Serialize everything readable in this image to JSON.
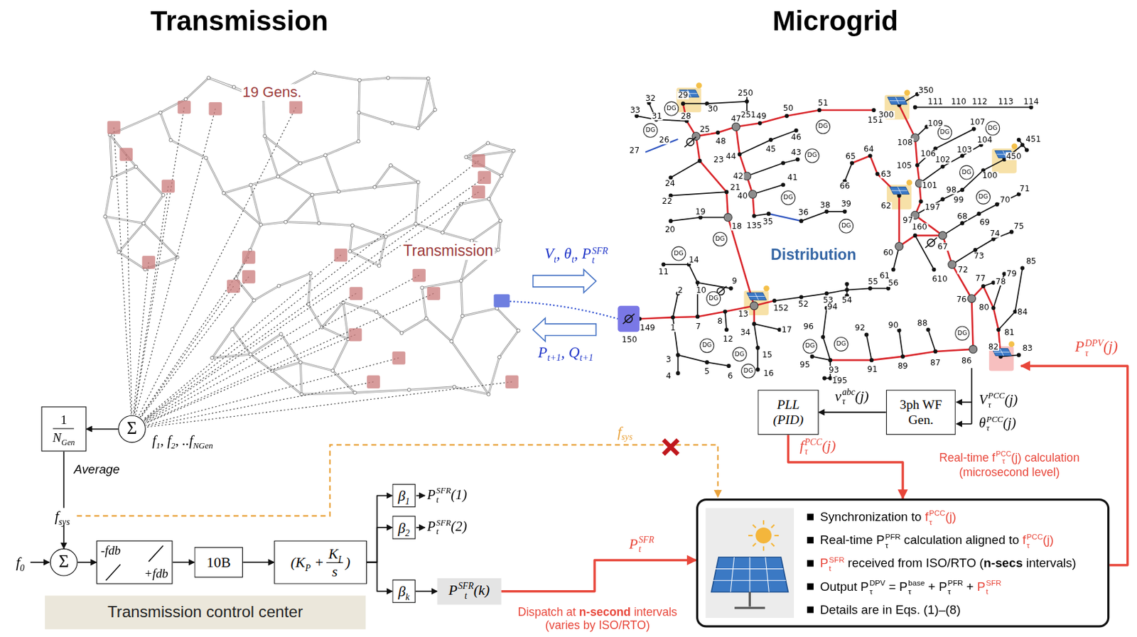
{
  "diagram": {
    "nodes": [
      {
        "text": [
          "DG"
        ]
      },
      {
        "text": [
          "DG"
        ]
      },
      {
        "text": [
          "DG"
        ]
      },
      {
        "text": [
          "DG"
        ]
      },
      {
        "text": [
          "DG"
        ]
      },
      {
        "text": [
          "DG"
        ]
      },
      {
        "text": [
          "DG"
        ]
      },
      {
        "text": [
          "DG"
        ]
      },
      {
        "text": [
          "DG"
        ]
      },
      {
        "text": [
          "DG"
        ]
      },
      {
        "text": [
          "DG"
        ]
      },
      {
        "text": [
          "DG"
        ]
      },
      {
        "text": [
          "DG"
        ]
      },
      {
        "text": [
          "DG"
        ]
      },
      {
        "text": [
          "DG"
        ]
      },
      {
        "text": [
          "DG"
        ]
      },
      {
        "text": [
          "DG"
        ]
      },
      {
        "text": [
          "DG"
        ]
      },
      {
        "text": [
          "DG"
        ]
      },
      {
        "text": [
          "Σ"
        ]
      },
      {
        "text": [
          "1",
          "NGen"
        ]
      },
      {
        "text": [
          "PLL (PID)"
        ]
      },
      {
        "text": [
          "3ph WF Gen."
        ]
      },
      {
        "text": [
          "β1"
        ]
      },
      {
        "text": [
          "β2"
        ]
      },
      {
        "text": [
          "Σ"
        ]
      },
      {
        "text": [
          "-fdb",
          "+fdb"
        ]
      },
      {
        "text": [
          "10B"
        ]
      },
      {
        "text": [
          "(KP +",
          "KI",
          "s",
          ")"
        ]
      },
      {
        "text": [
          "Synchronization to fτPCC(j)",
          "Real-time PτPFR calculation aligned to fτPCC(j)",
          "PtSFR received from ISO/RTO (n-secs intervals)",
          "Output PτDPV = Pτbase + PτPFR + PtSFR",
          "Details are in Eqs. (1)–(8)"
        ]
      },
      {
        "text": [
          "βk"
        ]
      },
      {
        "text": [
          "PtSFR(k)"
        ]
      },
      {
        "text": [
          "Transmission control center"
        ]
      }
    ],
    "edges": [
      {
        "from": 19,
        "to": 20,
        "arrow": "to"
      },
      {
        "from": 20,
        "to": 25,
        "arrow": "to",
        "label": "fsys"
      },
      {
        "from": 25,
        "to": 26,
        "arrow": "to"
      },
      {
        "from": 26,
        "to": 27,
        "arrow": "to"
      },
      {
        "from": 27,
        "to": 28,
        "arrow": "to"
      },
      {
        "from": 28,
        "to": 23,
        "arrow": "to"
      },
      {
        "from": 28,
        "to": 24,
        "arrow": "to"
      },
      {
        "from": 28,
        "to": 30,
        "arrow": "to"
      },
      {
        "from": 30,
        "to": 31,
        "arrow": "to"
      },
      {
        "from": 31,
        "to": 29,
        "arrow": "to",
        "label": "PtSFR"
      },
      {
        "from": 22,
        "to": 21,
        "arrow": "to",
        "label": "vτabc(j)"
      },
      {
        "from": 21,
        "to": 29,
        "arrow": "to",
        "label": "fτPCC(j)"
      }
    ],
    "labels": [
      "Transmission",
      "Microgrid",
      "19 Gens.",
      "Transmission",
      "Vt, θt, PtSFR",
      "Pt+1, Qt+1",
      "Distribution",
      "32",
      "33",
      "31",
      "26",
      "27",
      "29",
      "28",
      "30",
      "250",
      "251",
      "25",
      "48",
      "47",
      "49",
      "50",
      "51",
      "151",
      "45",
      "46",
      "44",
      "43",
      "42",
      "41",
      "40",
      "23",
      "24",
      "22",
      "21",
      "65",
      "64",
      "66",
      "63",
      "62",
      "39",
      "38",
      "36",
      "35",
      "135",
      "19",
      "18",
      "20",
      "11",
      "14",
      "10",
      "9",
      "2",
      "7",
      "1",
      "149",
      "150",
      "8",
      "13",
      "152",
      "52",
      "53",
      "54",
      "55",
      "56",
      "12",
      "34",
      "3",
      "4",
      "5",
      "6",
      "15",
      "16",
      "17",
      "94",
      "96",
      "92",
      "90",
      "88",
      "195",
      "95",
      "93",
      "91",
      "89",
      "87",
      "86",
      "82",
      "83",
      "85",
      "84",
      "81",
      "80",
      "79",
      "78",
      "77",
      "76",
      "74",
      "73",
      "72",
      "75",
      "71",
      "70",
      "69",
      "68",
      "67",
      "61",
      "610",
      "60",
      "160",
      "97",
      "98",
      "99",
      "197",
      "101",
      "102",
      "103",
      "104",
      "105",
      "106",
      "107",
      "108",
      "109",
      "110",
      "111",
      "112",
      "113",
      "114",
      "300",
      "350",
      "451",
      "450",
      "100",
      "f1, f2, ..fNGen",
      "Average",
      "f0",
      "PtSFR(1)",
      "PtSFR(2)",
      "fsys",
      "VτPCC(j)",
      "θτPCC(j)",
      "PτDPV(j)",
      "Real-time fτPCC(j) calculation (microsecond level)",
      "Dispatch at n-second intervals (varies by ISO/RTO)"
    ]
  }
}
